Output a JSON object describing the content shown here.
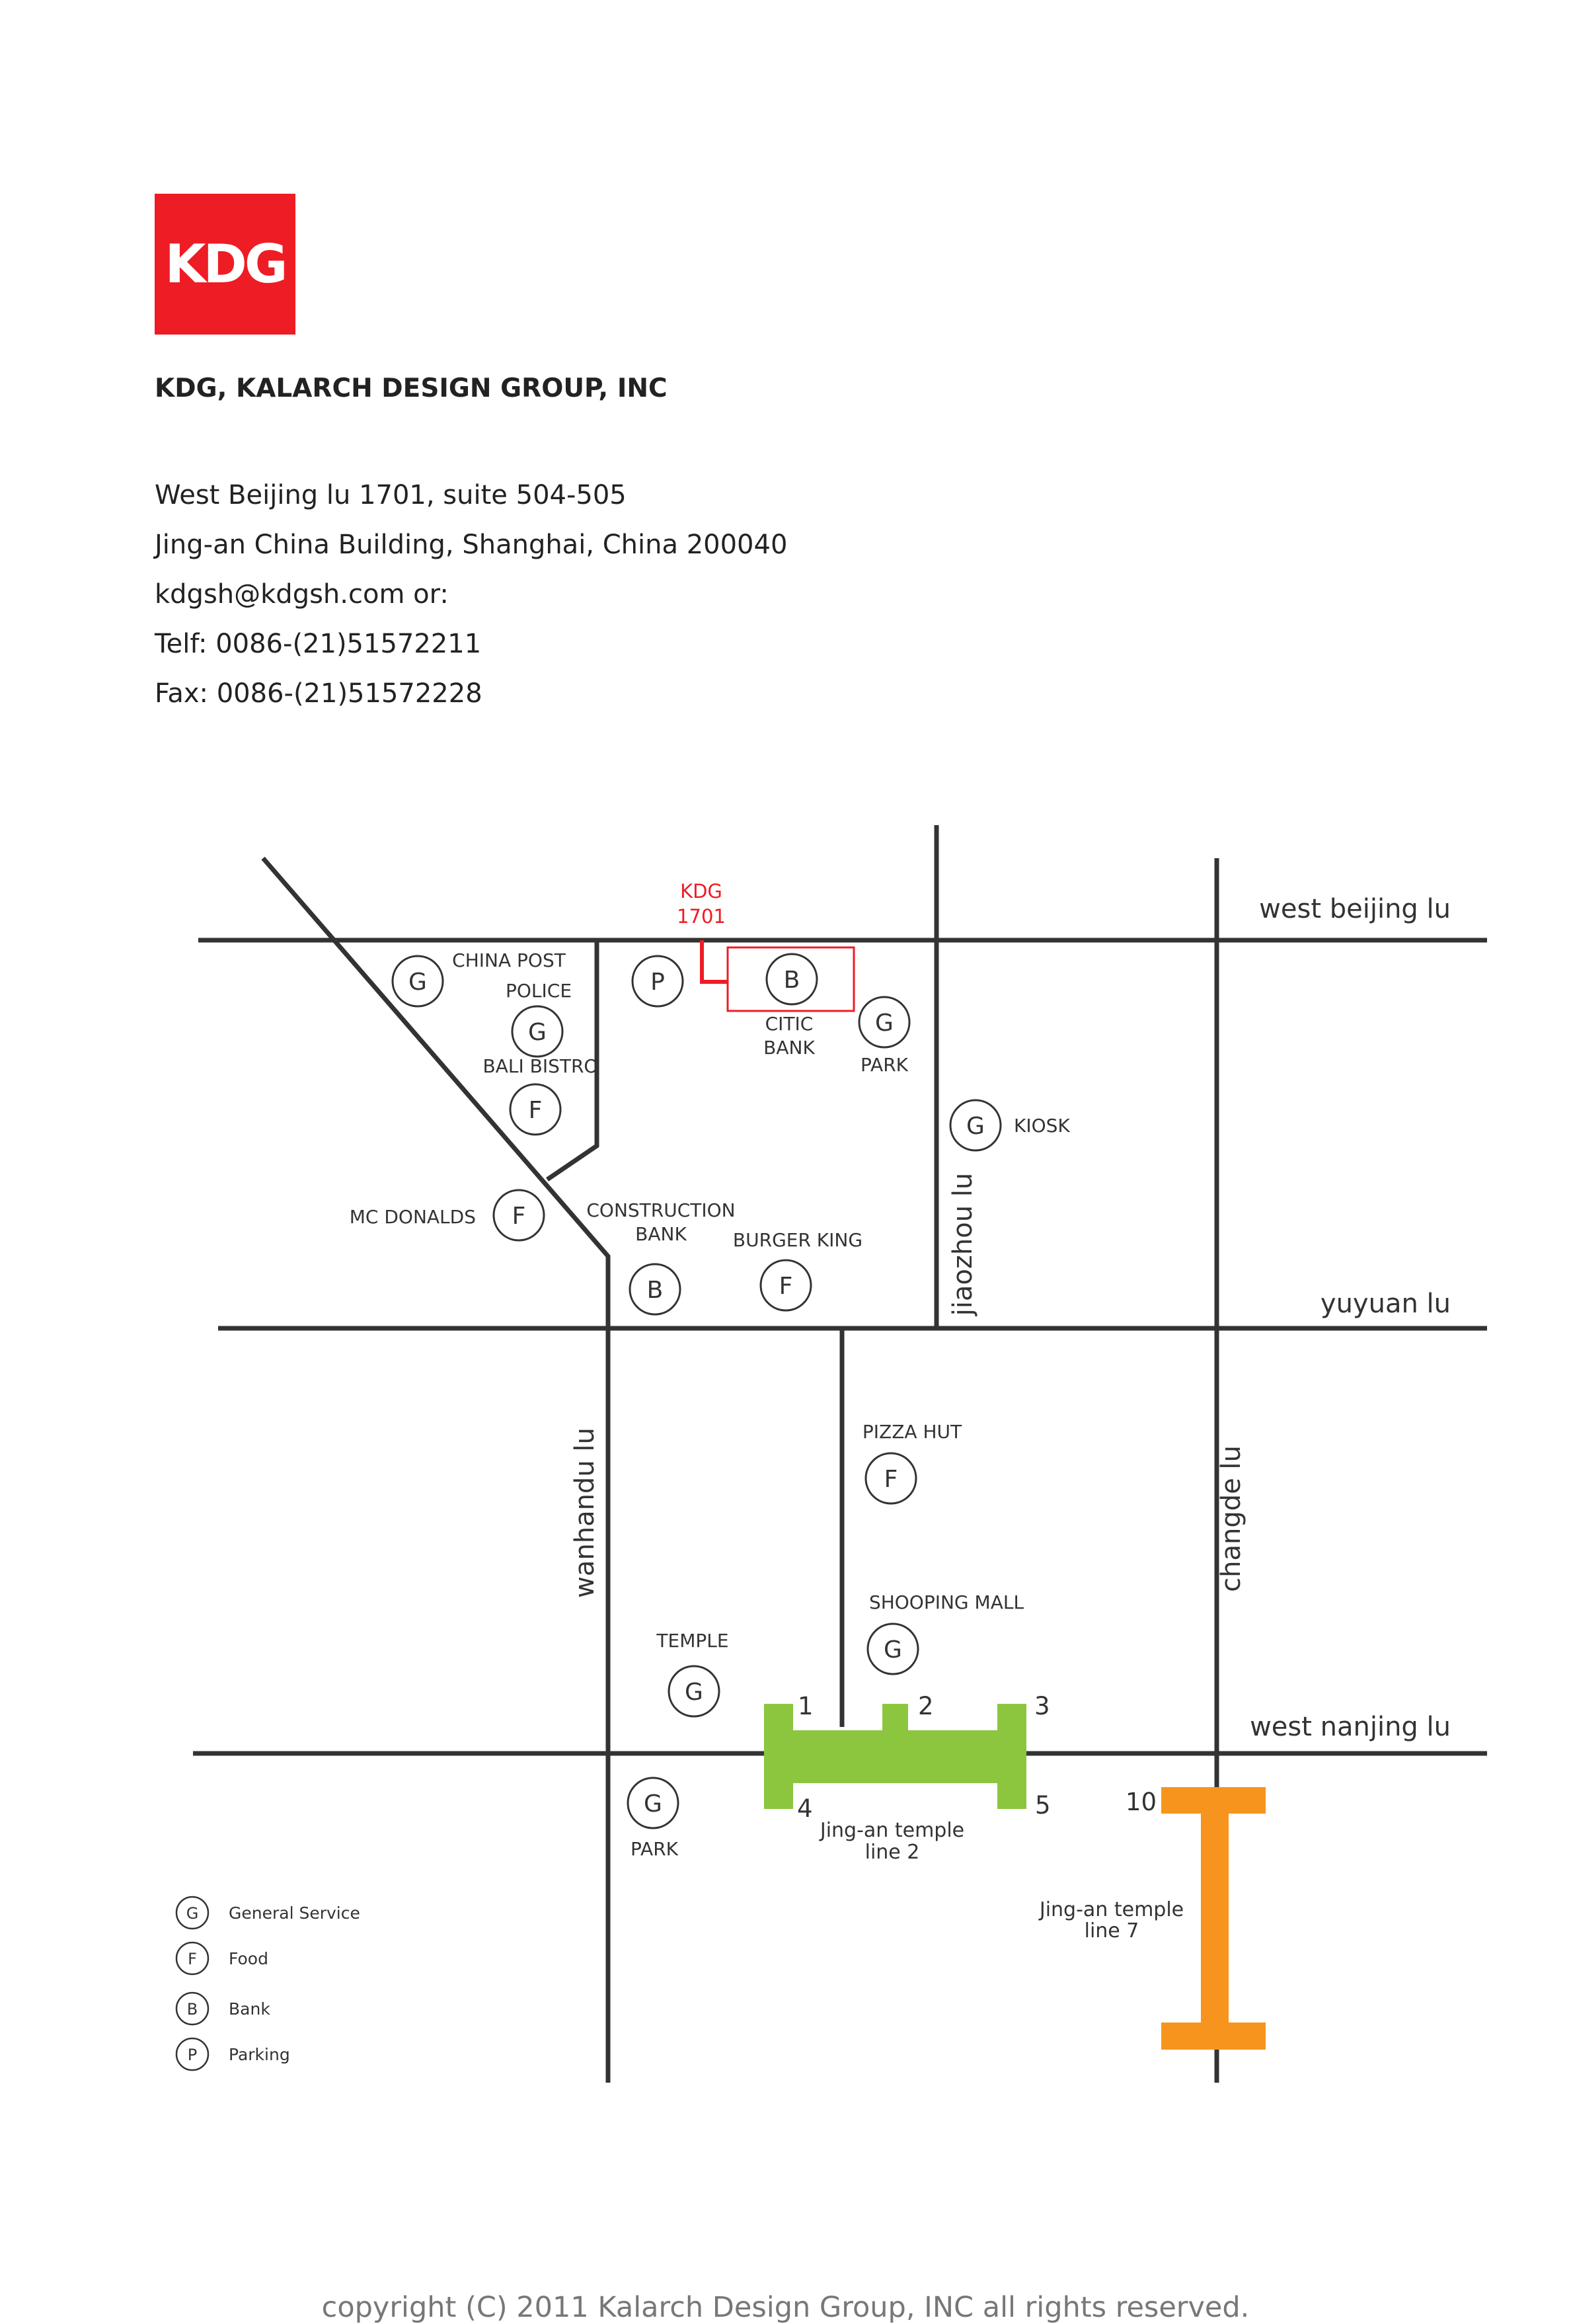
{
  "header": {
    "logo_text": "KDG",
    "company_name": "KDG, KALARCH DESIGN GROUP, INC",
    "address_lines": [
      "West Beijing lu 1701, suite 504-505",
      "Jing-an China Building, Shanghai, China 200040",
      "kdgsh@kdgsh.com or:",
      "Telf: 0086-(21)51572211",
      "Fax: 0086-(21)51572228"
    ]
  },
  "map": {
    "streets": {
      "west_beijing": "west beijing lu",
      "yuyuan": "yuyuan lu",
      "west_nanjing": "west nanjing lu",
      "jiaozhou": "jiaozhou lu",
      "wanhandu": "wanhandu lu",
      "changde": "changde lu"
    },
    "kdg_marker": {
      "line1": "KDG",
      "line2": "1701"
    },
    "pois": {
      "china_post": {
        "symbol": "G",
        "label": "CHINA POST"
      },
      "police": {
        "symbol": "G",
        "label": "POLICE"
      },
      "bali_bistro": {
        "symbol": "F",
        "label": "BALI BISTRO"
      },
      "parking_p": {
        "symbol": "P"
      },
      "citic_bank": {
        "symbol": "B",
        "label1": "CITIC",
        "label2": "BANK"
      },
      "park_north": {
        "symbol": "G",
        "label": "PARK"
      },
      "kiosk": {
        "symbol": "G",
        "label": "KIOSK"
      },
      "mc_donalds": {
        "symbol": "F",
        "label": "MC DONALDS"
      },
      "construction_bank": {
        "symbol": "B",
        "label1": "CONSTRUCTION",
        "label2": "BANK"
      },
      "burger_king": {
        "symbol": "F",
        "label": "BURGER KING"
      },
      "pizza_hut": {
        "symbol": "F",
        "label": "PIZZA HUT"
      },
      "shopping_mall": {
        "symbol": "G",
        "label": "SHOOPING MALL"
      },
      "temple": {
        "symbol": "G",
        "label": "TEMPLE"
      },
      "park_south": {
        "symbol": "G",
        "label": "PARK"
      }
    },
    "metro": {
      "line2": {
        "label1": "Jing-an temple",
        "label2": "line 2",
        "color": "#8cc63f",
        "exits": [
          "1",
          "2",
          "3",
          "4",
          "5"
        ]
      },
      "line7": {
        "label1": "Jing-an temple",
        "label2": "line 7",
        "color": "#f7941d",
        "exits": [
          "10"
        ]
      }
    },
    "legend": [
      {
        "symbol": "G",
        "label": "General Service"
      },
      {
        "symbol": "F",
        "label": "Food"
      },
      {
        "symbol": "B",
        "label": "Bank"
      },
      {
        "symbol": "P",
        "label": "Parking"
      }
    ],
    "colors": {
      "road": "#333333",
      "kdg_red": "#ee1c25"
    }
  },
  "footer": {
    "copyright": "copyright (C) 2011 Kalarch Design Group, INC all rights reserved."
  }
}
